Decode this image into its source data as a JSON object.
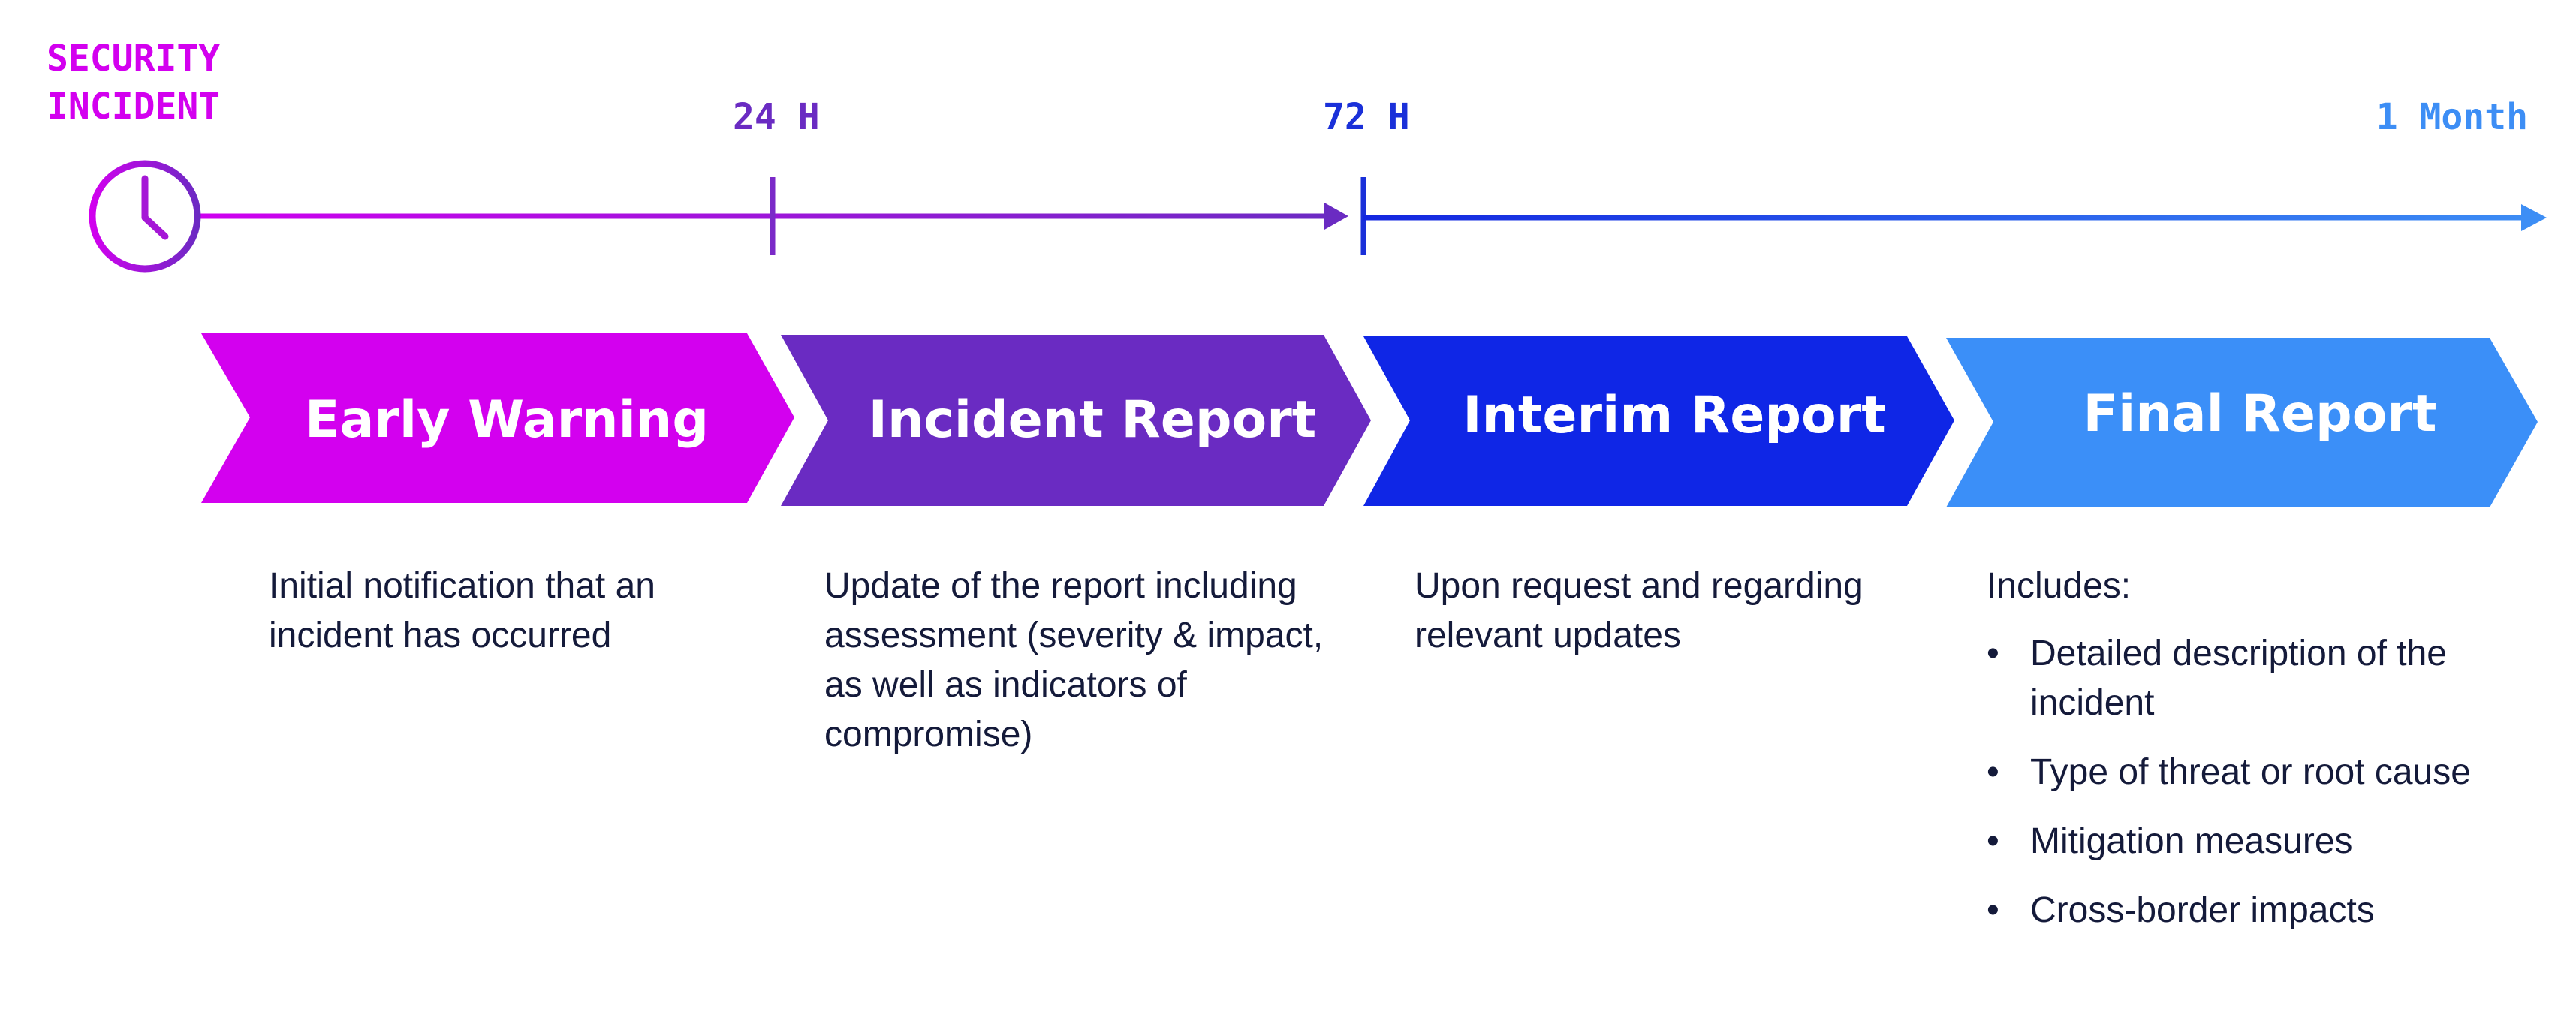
{
  "timeline": {
    "start_label": "SECURITY INCIDENT",
    "marker_24h": "24 H",
    "marker_72h": "72 H",
    "marker_month": "1 Month",
    "start_icon": "clock-icon"
  },
  "colors": {
    "magenta": "#d300ef",
    "purple": "#6a2bc2",
    "blue": "#1a30d9",
    "light_blue": "#3d8ef5",
    "text": "#141a3a"
  },
  "stages": {
    "early_warning": {
      "title": "Early Warning",
      "description": "Initial notification that an incident has occurred",
      "color": "#d300ef"
    },
    "incident_report": {
      "title": "Incident Report",
      "description": "Update of the report including assessment (severity & impact, as well as indicators of compromise)",
      "color": "#6a2bc2"
    },
    "interim_report": {
      "title": "Interim Report",
      "description": "Upon request and regarding relevant updates",
      "color": "#0f26e6"
    },
    "final_report": {
      "title": "Final Report",
      "heading": "Includes:",
      "items": [
        "Detailed description of the incident",
        "Type of threat or root cause",
        "Mitigation measures",
        "Cross-border impacts"
      ],
      "bullet": "•",
      "color": "#3b8ff8"
    }
  }
}
